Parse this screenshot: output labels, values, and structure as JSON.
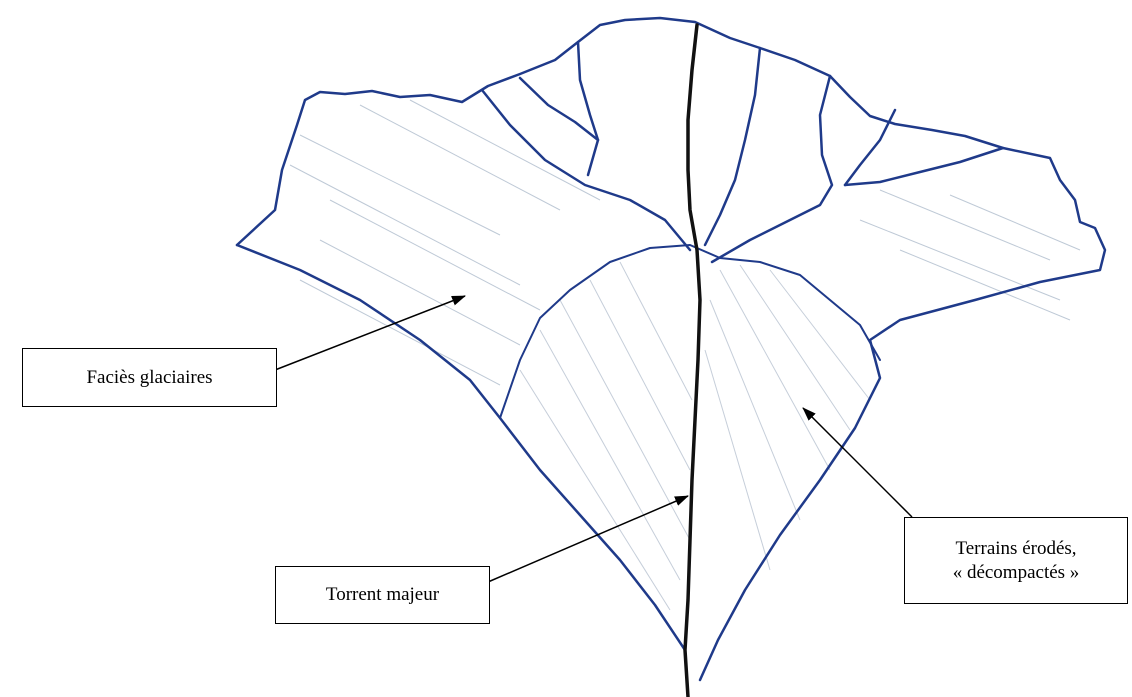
{
  "labels": {
    "glaciaires": "Faciès glaciaires",
    "torrent": "Torrent majeur",
    "erodes_line1": "Terrains érodés,",
    "erodes_line2": "« décompactés »"
  },
  "colors": {
    "ink_blue": "#1f3a8a",
    "ink_dark": "#111111",
    "hatch": "#b8c4d2",
    "label_border": "#000000"
  }
}
